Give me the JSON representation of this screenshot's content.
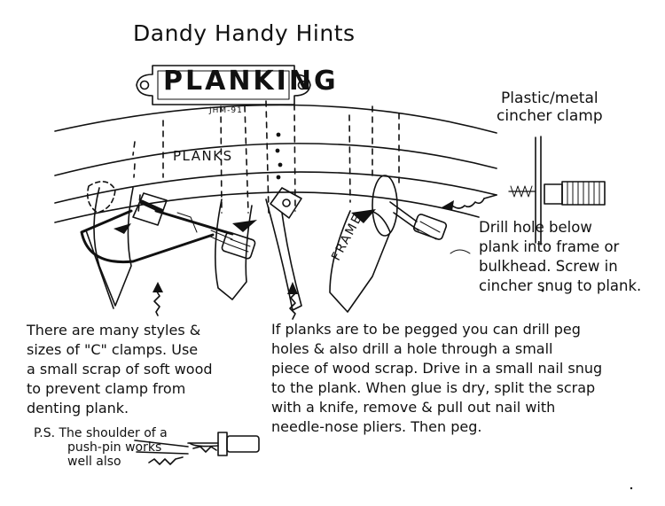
{
  "header": {
    "series_title": "Dandy Handy Hints",
    "plaque_title": "PLANKING",
    "signature": "JHM-91"
  },
  "labels": {
    "planks": "PLANKS",
    "frame": "FRAME",
    "clamp_label": [
      "Plastic/metal",
      "cincher clamp"
    ]
  },
  "notes": {
    "drill": [
      "Drill hole below",
      "plank into frame or",
      "bulkhead. Screw in",
      "cincher snug to plank."
    ],
    "c_clamps": [
      "There are many styles &",
      "sizes of \"C\" clamps. Use",
      "a small scrap of soft wood",
      "to prevent clamp from",
      "denting plank."
    ],
    "pegging": [
      "If planks are to be pegged you can drill peg",
      "holes & also drill a hole through a small",
      "piece of wood scrap. Drive in a small nail snug",
      "to the plank. When glue is dry, split the scrap",
      "with a knife, remove & pull out nail with",
      "needle-nose pliers. Then peg."
    ],
    "ps": [
      "P.S. The shoulder of a",
      "push-pin works",
      "well also"
    ]
  }
}
